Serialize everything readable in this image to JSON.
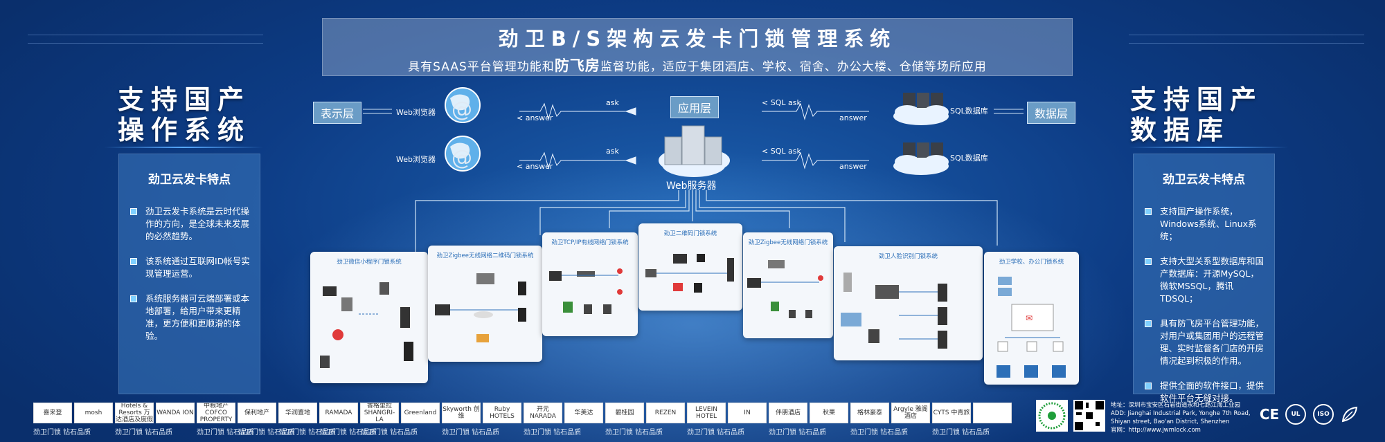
{
  "header": {
    "title": "劲卫B/S架构云发卡门锁管理系统",
    "subtitle_pre": "具有SAAS平台管理功能和",
    "subtitle_emph": "防飞房",
    "subtitle_post": "监督功能，适应于集团酒店、学校、宿舍、办公大楼、仓储等场所应用"
  },
  "left": {
    "heading_line1": "支持国产",
    "heading_line2": "操作系统",
    "panel_title": "劲卫云发卡特点",
    "bullets": [
      "劲卫云发卡系统是云时代操作的方向，是全球未来发展的必然趋势。",
      "该系统通过互联网ID帐号实现管理运营。",
      "系统服务器可云端部署或本地部署，给用户带来更精准，更方便和更顺滑的体验。"
    ]
  },
  "right": {
    "heading_line1": "支持国产",
    "heading_line2": "数据库",
    "panel_title": "劲卫云发卡特点",
    "bullets": [
      "支持国产操作系统，Windows系统、Linux系统；",
      "支持大型关系型数据库和国产数据库：开源MySQL，微软MSSQL，腾讯TDSQL；",
      "具有防飞房平台管理功能，对用户或集团用户的远程管理、实时监督各门店的开房情况起到积极的作用。",
      "提供全面的软件接口，提供软件平台无缝对接。"
    ]
  },
  "architecture": {
    "presentation_layer": "表示层",
    "application_layer": "应用层",
    "data_layer": "数据层",
    "web_browser": "Web浏览器",
    "web_server": "Web服务器",
    "sql_db": "SQL数据库",
    "ask": "ask",
    "answer": "answer",
    "sql_ask": "SQL ask"
  },
  "subsystems": [
    "劲卫微信小程序门锁系统",
    "劲卫Zigbee无线网络二维码门锁系统",
    "劲卫TCP/IP有线网络门锁系统",
    "劲卫二维码门锁系统",
    "劲卫Zigbee无线网络门锁系统",
    "劲卫人脸识别门锁系统",
    "劲卫学校、办公门锁系统"
  ],
  "logos": [
    {
      "name": "喜来登",
      "caption": "劲卫门锁 钻石品质"
    },
    {
      "name": "mosh",
      "caption": ""
    },
    {
      "name": "WANDA Hotels & Resorts 万达酒店及度假村",
      "caption": "劲卫门锁 钻石品质"
    },
    {
      "name": "WANDA ION",
      "caption": ""
    },
    {
      "name": "中粮地产 COFCO PROPERTY",
      "caption": "劲卫门锁 钻石品质"
    },
    {
      "name": "保利地产",
      "caption": "劲卫门锁 钻石品质"
    },
    {
      "name": "华润置地",
      "caption": "劲卫门锁 钻石品质"
    },
    {
      "name": "RAMADA",
      "caption": "劲卫门锁 钻石品质"
    },
    {
      "name": "香格里拉 SHANGRI-LA",
      "caption": "劲卫门锁 钻石品质"
    },
    {
      "name": "Greenland",
      "caption": ""
    },
    {
      "name": "Skyworth 创维",
      "caption": "劲卫门锁 钻石品质"
    },
    {
      "name": "Ruby HOTELS",
      "caption": ""
    },
    {
      "name": "开元 NARADA",
      "caption": "劲卫门锁 钻石品质"
    },
    {
      "name": "华美达",
      "caption": ""
    },
    {
      "name": "碧桂园",
      "caption": "劲卫门锁 钻石品质"
    },
    {
      "name": "REZEN",
      "caption": ""
    },
    {
      "name": "LEVEIN HOTEL",
      "caption": "劲卫门锁 钻石品质"
    },
    {
      "name": "IN",
      "caption": ""
    },
    {
      "name": "伴朋酒店",
      "caption": "劲卫门锁 钻石品质"
    },
    {
      "name": "秋果",
      "caption": ""
    },
    {
      "name": "格林豪泰",
      "caption": "劲卫门锁 钻石品质"
    },
    {
      "name": "Argyle 雅阁酒店",
      "caption": ""
    },
    {
      "name": "CYTS 中青旅",
      "caption": "劲卫门锁 钻石品质"
    },
    {
      "name": "",
      "caption": ""
    }
  ],
  "address": {
    "line1": "地址：深圳市宝安区石岩街道永和七路江海工业园",
    "line2": "ADD: Jianghai Industrial Park, Yonghe 7th Road,",
    "line3": "Shiyan street, Bao'an District, Shenzhen",
    "line4": "官网：http://www.jwmlock.com"
  },
  "certs": [
    "CE",
    "UL",
    "ISO"
  ],
  "colors": {
    "bg": "#0d3c85",
    "panel": "#3c78be",
    "layer": "#6a9cc6",
    "accent": "#7fd0ff"
  }
}
